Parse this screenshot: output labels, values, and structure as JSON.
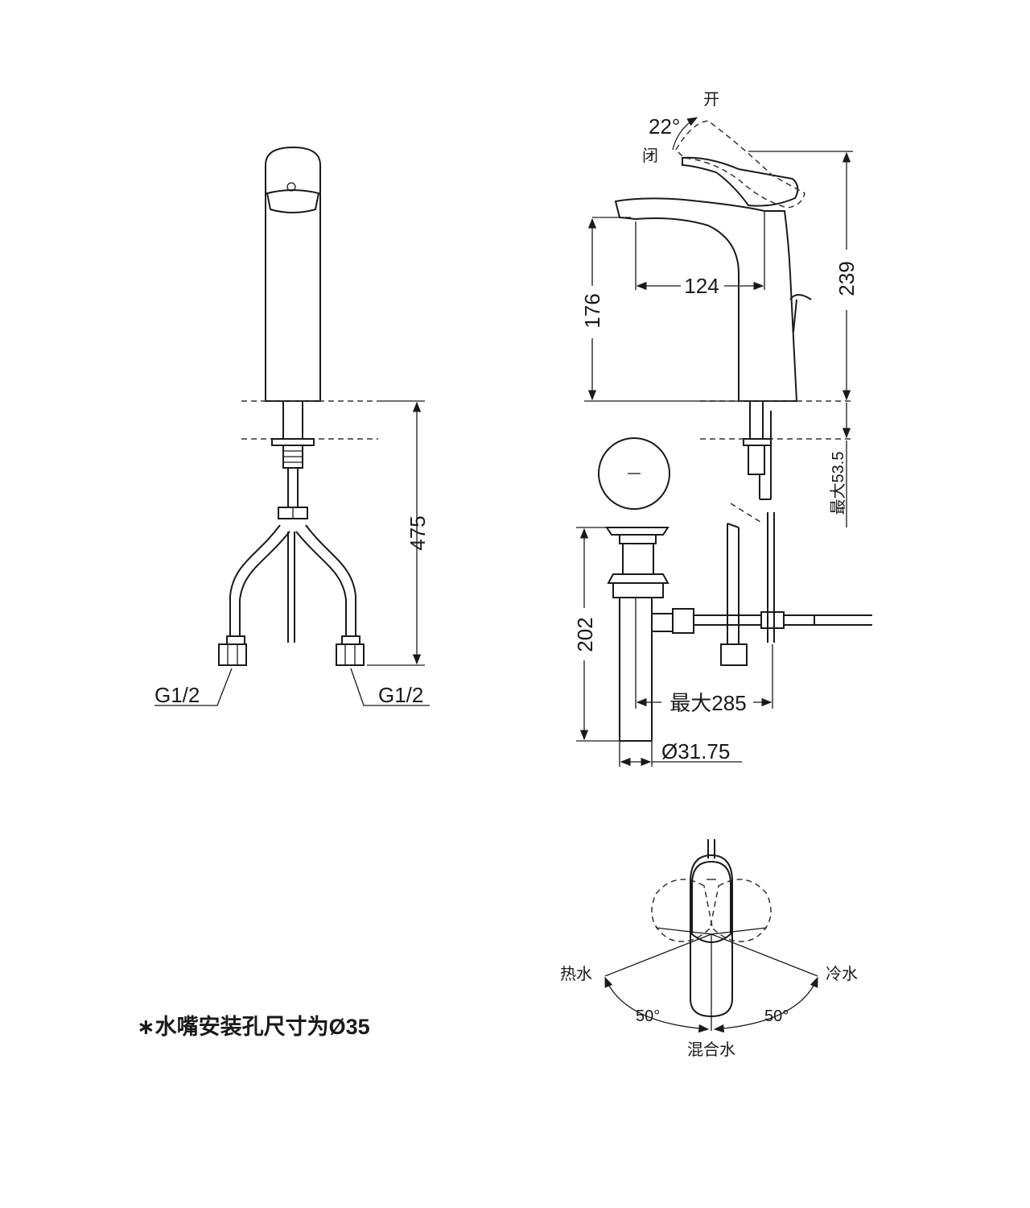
{
  "front_view": {
    "dim_height": "475",
    "label_left_thread": "G1/2",
    "label_right_thread": "G1/2"
  },
  "side_view": {
    "label_open": "开",
    "label_closed": "闭",
    "dim_handle_angle": "22°",
    "dim_reach": "124",
    "dim_spout_height": "176",
    "dim_total_height": "239",
    "dim_max_deck": "最大53.5",
    "dim_drain_height": "202",
    "dim_max_drain": "最大285",
    "dim_drain_diameter": "Ø31.75"
  },
  "top_view": {
    "label_hot": "热水",
    "label_cold": "冷水",
    "label_mixed": "混合水",
    "dim_angle_left": "50°",
    "dim_angle_right": "50°"
  },
  "note": "∗水嘴安装孔尺寸为Ø35"
}
